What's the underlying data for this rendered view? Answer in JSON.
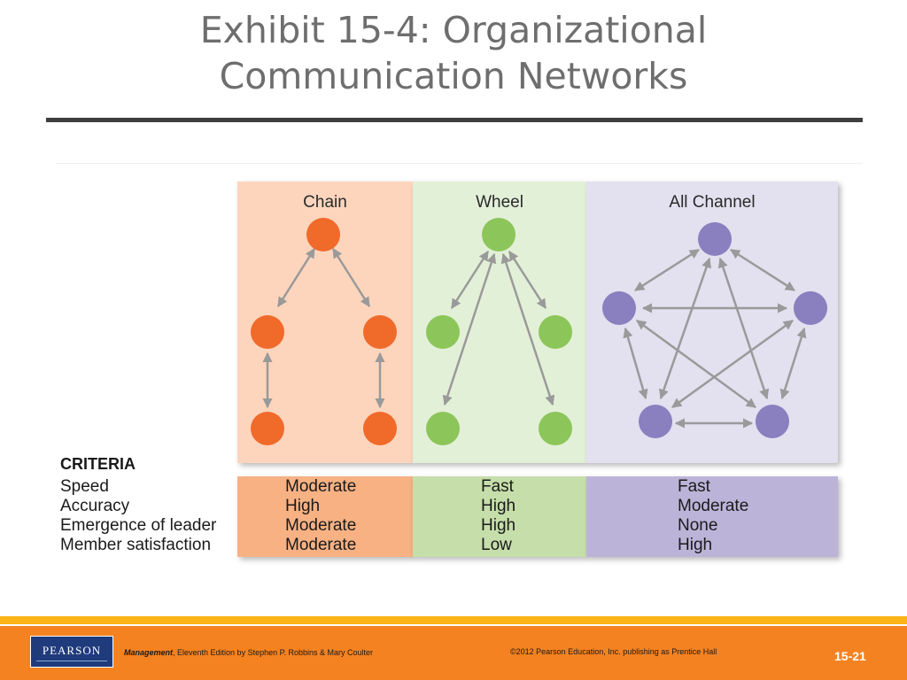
{
  "slide": {
    "title_line1": "Exhibit 15-4: Organizational",
    "title_line2": "Communication Networks"
  },
  "networks": [
    {
      "name": "Chain",
      "node_color": "#f06a2a",
      "panel_color": "#fdd5bd"
    },
    {
      "name": "Wheel",
      "node_color": "#8cc65a",
      "panel_color": "#e3f0d8"
    },
    {
      "name": "All Channel",
      "node_color": "#8a7fbf",
      "panel_color": "#e3e0ef"
    }
  ],
  "criteria": {
    "heading": "CRITERIA",
    "items": [
      "Speed",
      "Accuracy",
      "Emergence of leader",
      "Member satisfaction"
    ]
  },
  "ratings": {
    "chain": [
      "Moderate",
      "High",
      "Moderate",
      "Moderate"
    ],
    "wheel": [
      "Fast",
      "High",
      "High",
      "Low"
    ],
    "all_channel": [
      "Fast",
      "Moderate",
      "None",
      "High"
    ]
  },
  "footer": {
    "logo": "PEARSON",
    "book_title": "Management",
    "book_rest": ", Eleventh Edition by Stephen P. Robbins & Mary Coulter",
    "copyright": "©2012 Pearson Education, Inc. publishing as Prentice Hall",
    "page": "15-21"
  },
  "colors": {
    "arrow": "#9a9a9a",
    "footer_orange": "#f58220",
    "footer_yellow": "#fbb316",
    "logo_blue": "#1f3b7c"
  }
}
